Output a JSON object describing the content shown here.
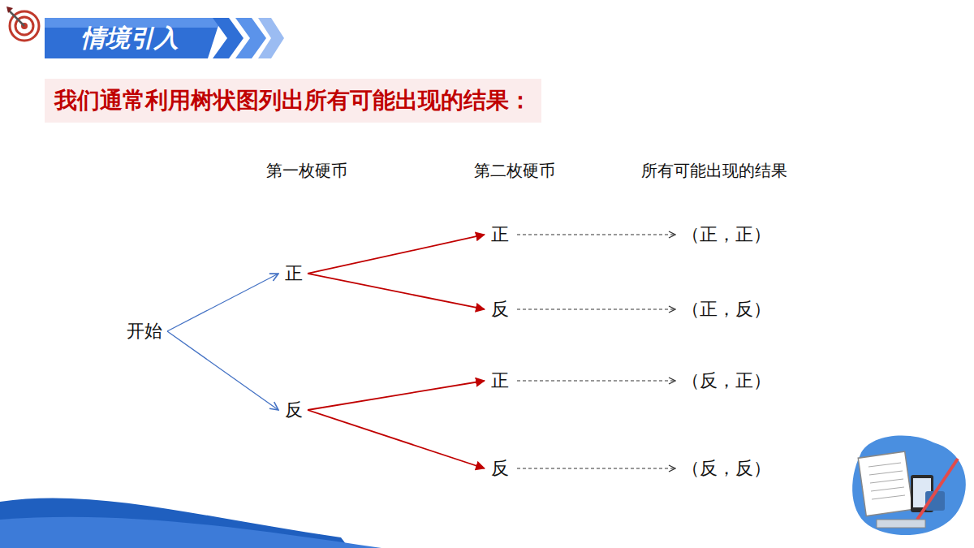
{
  "diagram": {
    "title": "情境引入",
    "nodes": [
      {
        "text": [
          "我们通常利用树状图列出所有可能出现的结果："
        ]
      },
      {
        "text": [
          "开始"
        ]
      },
      {
        "text": [
          "正"
        ]
      },
      {
        "text": [
          "反"
        ]
      },
      {
        "text": [
          "正"
        ]
      },
      {
        "text": [
          "反"
        ]
      },
      {
        "text": [
          "正"
        ]
      },
      {
        "text": [
          "反"
        ]
      },
      {
        "text": [
          "（正，正）"
        ]
      },
      {
        "text": [
          "（正，反）"
        ]
      },
      {
        "text": [
          "（反，正）"
        ]
      },
      {
        "text": [
          "（反，反）"
        ]
      }
    ],
    "edges": [
      {
        "from": 1,
        "to": 2,
        "arrow": "to"
      },
      {
        "from": 1,
        "to": 3,
        "arrow": "to"
      },
      {
        "from": 2,
        "to": 4,
        "arrow": "to"
      },
      {
        "from": 2,
        "to": 5,
        "arrow": "to"
      },
      {
        "from": 3,
        "to": 6,
        "arrow": "to"
      },
      {
        "from": 3,
        "to": 7,
        "arrow": "to"
      },
      {
        "from": 4,
        "to": 8,
        "arrow": "to"
      },
      {
        "from": 5,
        "to": 9,
        "arrow": "to"
      },
      {
        "from": 6,
        "to": 10,
        "arrow": "to"
      },
      {
        "from": 7,
        "to": 11,
        "arrow": "to"
      }
    ],
    "labels": [
      "第一枚硬币",
      "第二枚硬币",
      "所有可能出现的结果"
    ]
  }
}
